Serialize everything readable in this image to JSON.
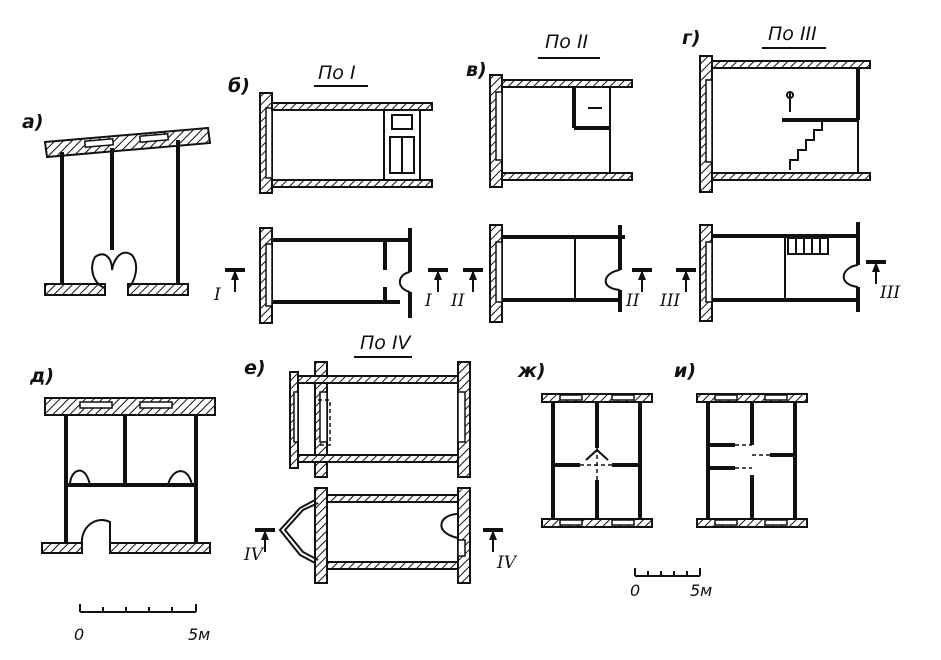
{
  "figure": {
    "panels": [
      {
        "id": "a",
        "label": "а)"
      },
      {
        "id": "b",
        "label": "б)",
        "header": "По I",
        "section_marks": [
          "I",
          "I"
        ]
      },
      {
        "id": "v",
        "label": "в)",
        "header": "По II",
        "section_marks": [
          "II",
          "II"
        ]
      },
      {
        "id": "g",
        "label": "г)",
        "header": "По III",
        "section_marks": [
          "III",
          "III"
        ]
      },
      {
        "id": "d",
        "label": "д)"
      },
      {
        "id": "e",
        "label": "е)",
        "header": "По IV",
        "section_marks": [
          "IV",
          "IV"
        ]
      },
      {
        "id": "zh",
        "label": "ж)"
      },
      {
        "id": "i",
        "label": "и)"
      }
    ],
    "scales": [
      {
        "id": "left",
        "start": "0",
        "end": "5м"
      },
      {
        "id": "right",
        "start": "0",
        "end": "5м"
      }
    ]
  }
}
